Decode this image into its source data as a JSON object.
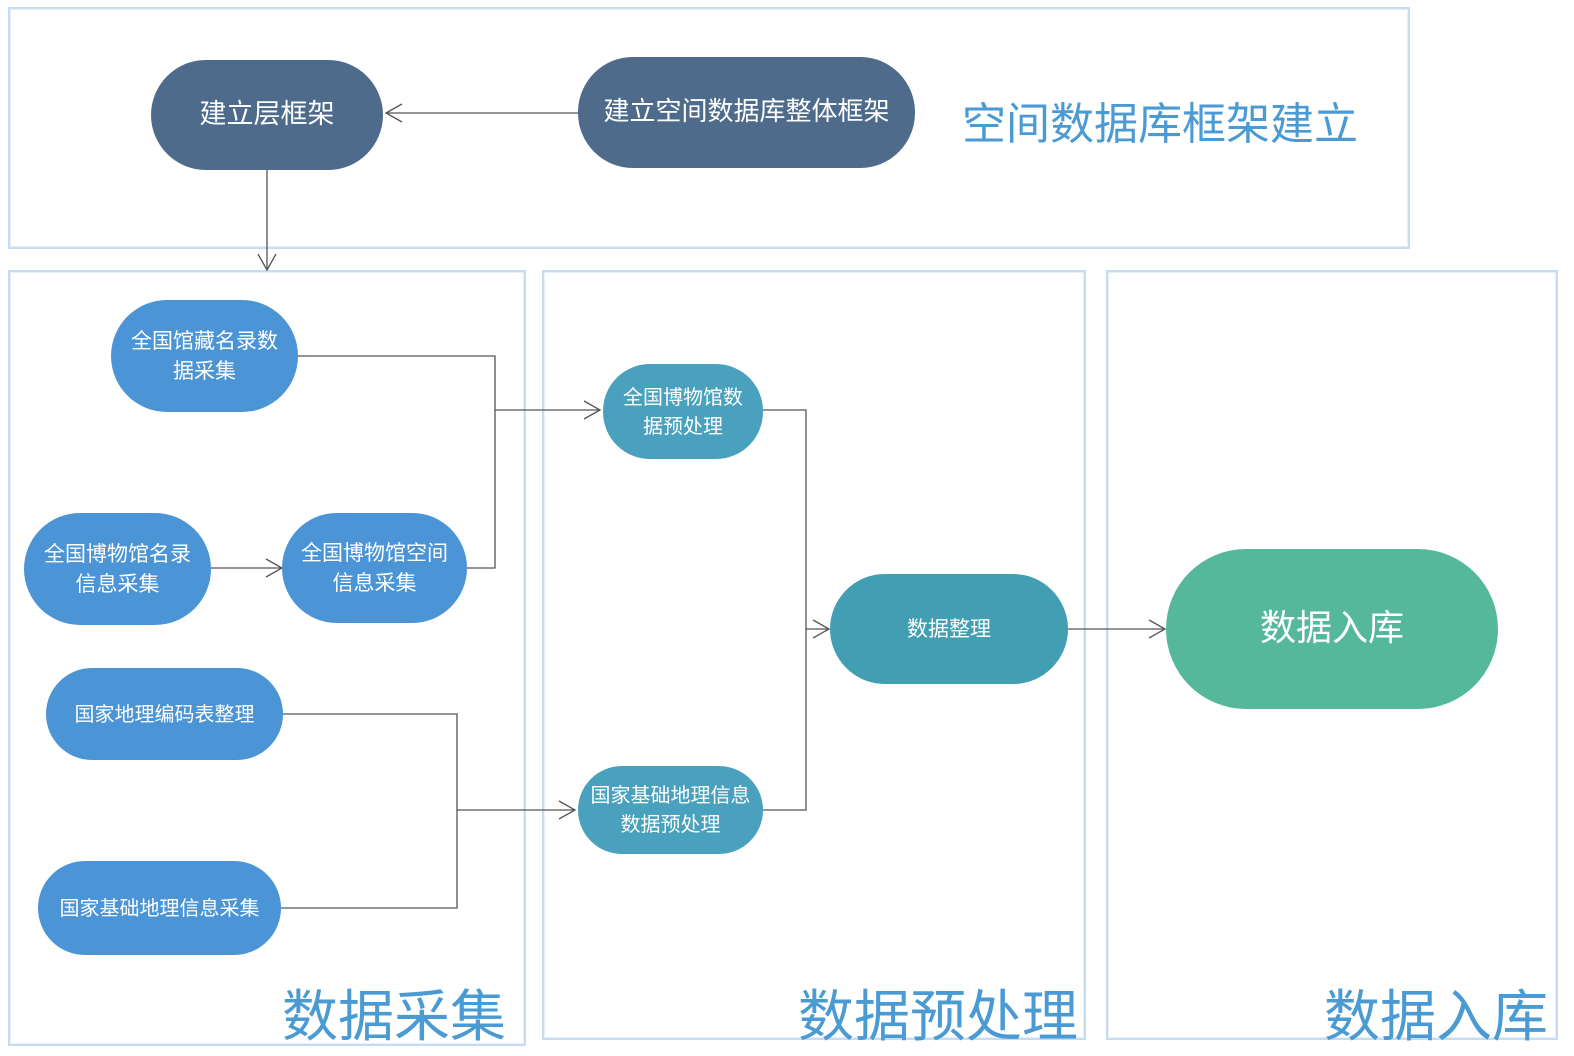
{
  "colors": {
    "frame": "#4e6b8c",
    "collect": "#4b94d5",
    "preprocess": "#4aa1bd",
    "organize": "#429eb3",
    "storage": "#55b89a",
    "panel_border": "#c6dcf2",
    "panel_title": "#4a9ad4",
    "connector": "#555555"
  },
  "panels": {
    "framework": {
      "title": "空间数据库框架建立"
    },
    "collection": {
      "title": "数据采集"
    },
    "preprocessing": {
      "title": "数据预处理"
    },
    "storage": {
      "title": "数据入库"
    }
  },
  "nodes": {
    "build_layer_frame": "建立层框架",
    "build_overall_frame": "建立空间数据库整体框架",
    "catalog_collect": "全国馆藏名录数据采集",
    "museum_list_collect": "全国博物馆名录信息采集",
    "museum_spatial_collect": "全国博物馆空间信息采集",
    "geo_code_table": "国家地理编码表整理",
    "basic_geo_collect": "国家基础地理信息采集",
    "museum_preprocess": "全国博物馆数据预处理",
    "basic_geo_preprocess": "国家基础地理信息数据预处理",
    "data_organize": "数据整理",
    "data_storage": "数据入库"
  }
}
